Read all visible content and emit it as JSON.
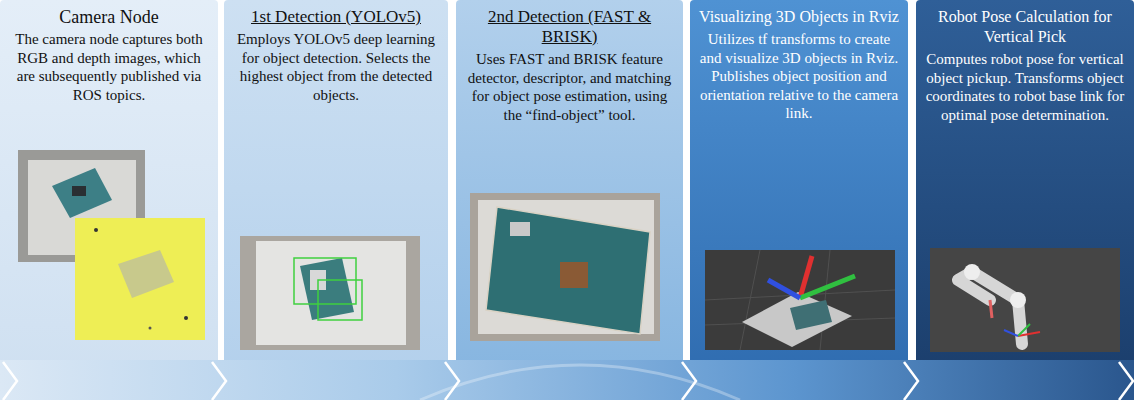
{
  "diagram": {
    "nodes": [
      {
        "text": [
          "Camera Node",
          "The camera node captures both RGB and depth images, which are subsequently published via ROS topics."
        ]
      },
      {
        "text": [
          "1st Detection (YOLOv5)",
          "Employs YOLOv5 deep learning for object detection. Selects the highest object from the detected objects."
        ]
      },
      {
        "text": [
          "2nd Detection (FAST & BRISK)",
          "Uses FAST and BRISK feature detector, descriptor, and matching for object pose estimation, using the “find-object” tool."
        ]
      },
      {
        "text": [
          "Visualizing 3D Objects in Rviz",
          "Utilizes tf transforms to create and visualize 3D objects in Rviz. Publishes object position and orientation relative to the camera link."
        ]
      },
      {
        "text": [
          "Robot Pose Calculation for Vertical Pick",
          "Computes robot pose for vertical object pickup. Transforms object coordinates to robot base link for optimal pose determination."
        ]
      }
    ]
  }
}
